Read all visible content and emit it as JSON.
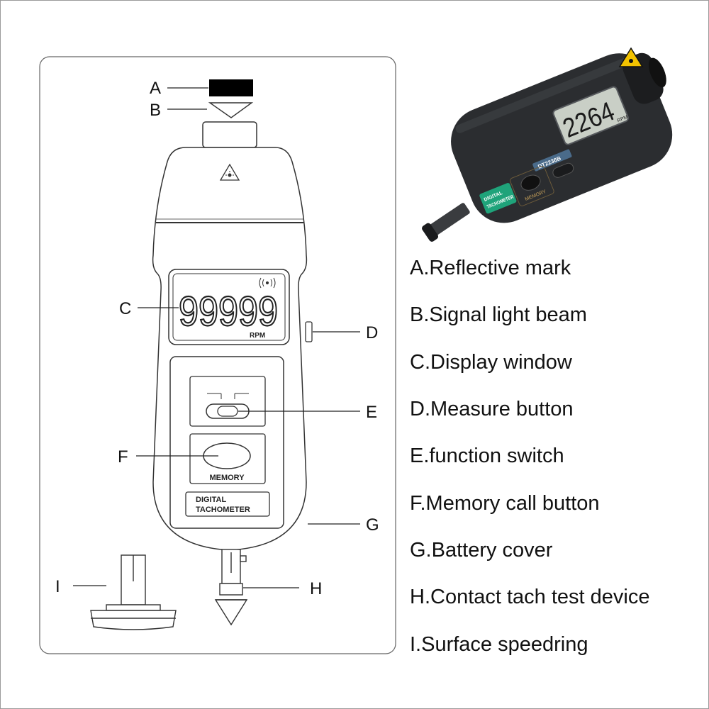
{
  "diagram": {
    "callouts": [
      "A",
      "B",
      "C",
      "D",
      "E",
      "F",
      "G",
      "H",
      "I"
    ],
    "display_digits": "99999",
    "display_unit": "RPM",
    "button_label": "MEMORY",
    "badge_line1": "DIGITAL",
    "badge_line2": "TACHOMETER"
  },
  "photo": {
    "display_reading": "2264",
    "display_unit": "RPM",
    "model_label": "DT2236B",
    "button_label": "MEMORY",
    "badge_line1": "DIGITAL",
    "badge_line2": "TACHOMETER"
  },
  "legend": [
    "A.Reflective mark",
    "B.Signal light beam",
    "C.Display window",
    "D.Measure button",
    "E.function switch",
    "F.Memory call button",
    "G.Battery cover",
    "H.Contact tach test device",
    "I.Surface speedring"
  ],
  "colors": {
    "device_body": "#2b2d30",
    "lcd": "#c9cfc6",
    "badge": "#1fa37a",
    "laser_warning": "#f2c200"
  }
}
